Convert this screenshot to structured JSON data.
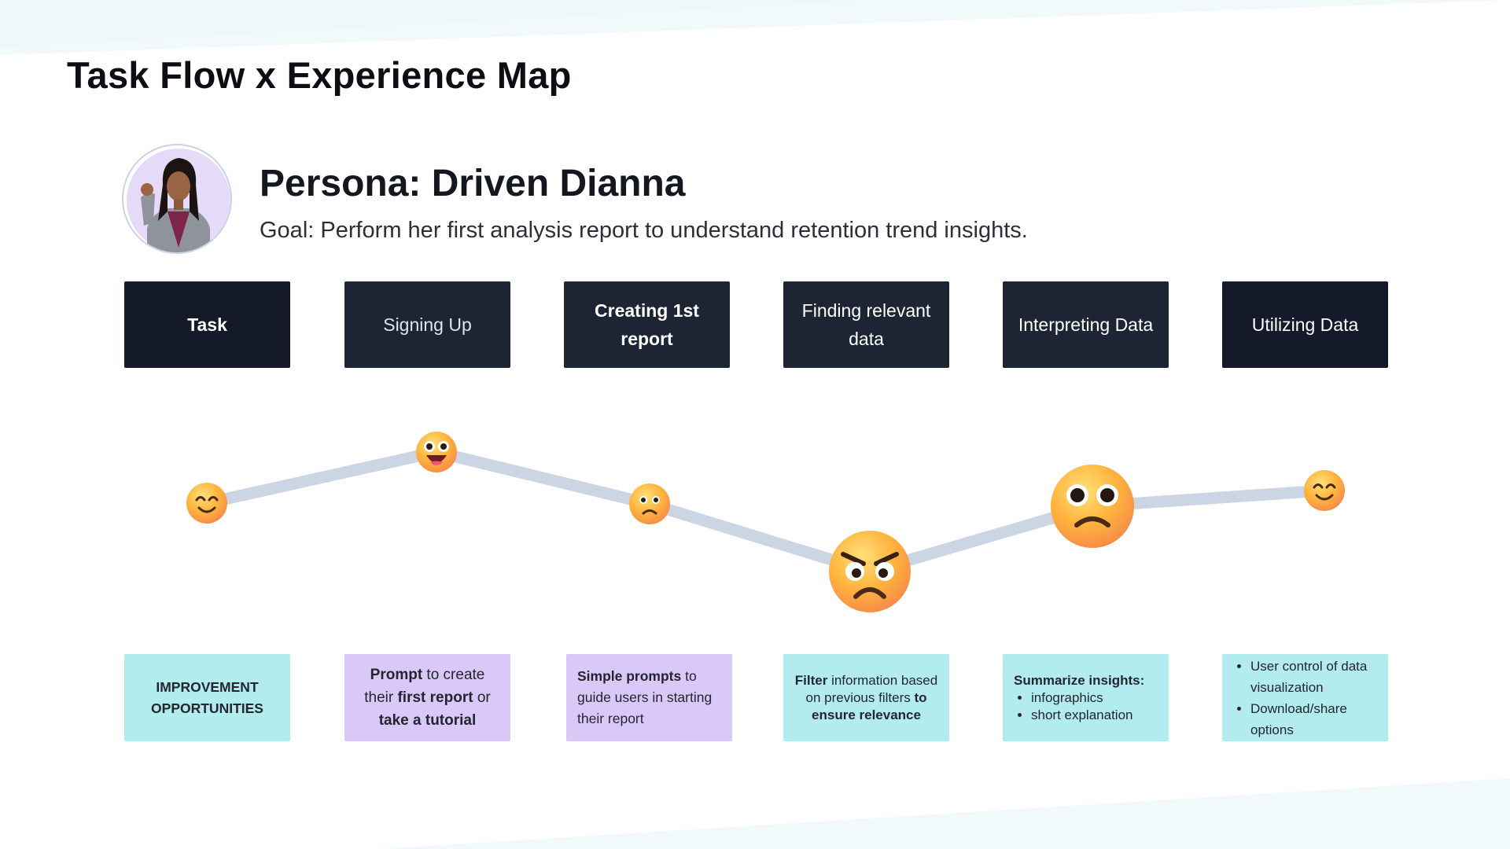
{
  "header": {
    "title": "Task Flow x Experience Map"
  },
  "persona": {
    "name": "Persona: Driven Dianna",
    "goal": "Goal: Perform her first analysis report to understand retention trend insights."
  },
  "tasks": {
    "row_label": "Task",
    "steps": [
      "Signing Up",
      "Creating 1st report",
      "Finding relevant data",
      "Interpreting Data",
      "Utilizing Data"
    ]
  },
  "journey": {
    "line_color": "#cbd5e3",
    "emotions": [
      {
        "step": "Task",
        "emoji": "smiling-face-icon"
      },
      {
        "step": "Signing Up",
        "emoji": "grinning-face-icon"
      },
      {
        "step": "Creating 1st report",
        "emoji": "worried-face-icon"
      },
      {
        "step": "Finding relevant data",
        "emoji": "angry-face-icon"
      },
      {
        "step": "Interpreting Data",
        "emoji": "frowning-face-icon"
      },
      {
        "step": "Utilizing Data",
        "emoji": "smiling-face-icon"
      }
    ]
  },
  "improvements": {
    "label_line1": "IMPROVEMENT",
    "label_line2": "OPPORTUNITIES",
    "signing_up": {
      "b1": "Prompt",
      "t1": " to create their ",
      "b2": "first report",
      "t2": " or ",
      "b3": "take a tutorial"
    },
    "creating": {
      "b1": "Simple prompts",
      "t1": " to guide users in starting their report"
    },
    "finding": {
      "b1": "Filter",
      "t1": " information based on previous filters ",
      "b2": "to ensure relevance"
    },
    "interpreting": {
      "b1": "Summarize insights:",
      "items": [
        "infographics",
        "short explanation"
      ]
    },
    "utilizing": {
      "items": [
        "User control of data visualization",
        "Download/share options"
      ]
    }
  },
  "colors": {
    "task_box": "#1d2433",
    "improvement_cyan": "#b2ecee",
    "improvement_lavender": "#dac9f8"
  }
}
